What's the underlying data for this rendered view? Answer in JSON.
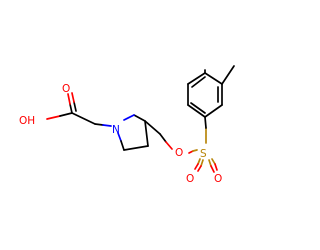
{
  "molecule": {
    "atoms": {
      "oh": "OH",
      "carbonyl_o": "O",
      "n": "N",
      "ether_o": "O",
      "s": "S",
      "s_o_top": "O",
      "s_o_bottom": "O"
    },
    "colors": {
      "bond": "#000000",
      "oxygen": "#ff0000",
      "nitrogen": "#0000ff",
      "sulfur": "#b8860b"
    }
  }
}
